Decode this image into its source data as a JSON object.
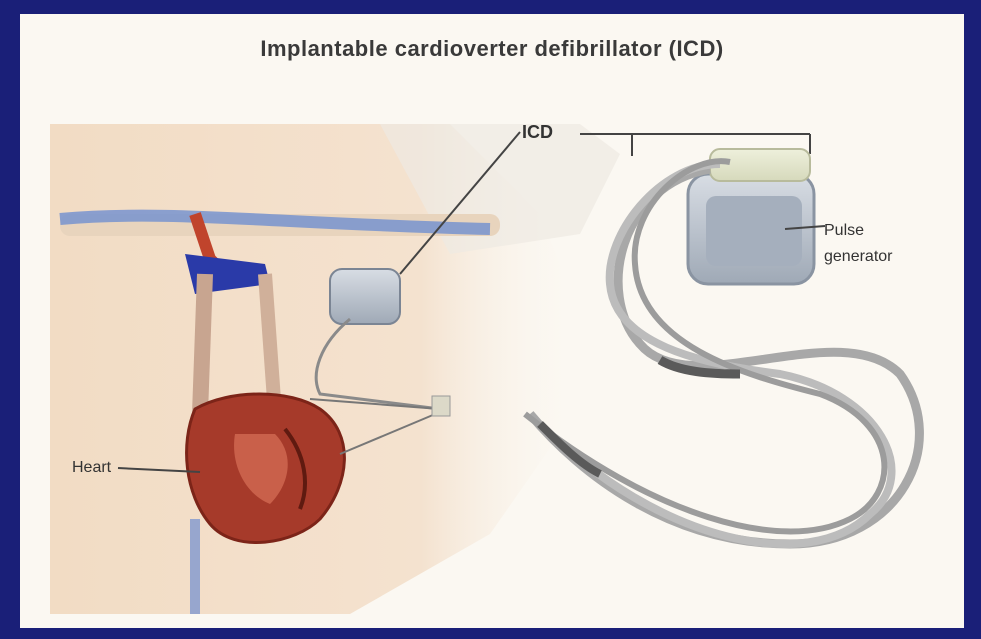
{
  "diagram": {
    "title": "Implantable cardioverter defibrillator (ICD)",
    "labels": {
      "icd": "ICD",
      "pulse_line1": "Pulse",
      "pulse_line2": "generator",
      "heart": "Heart"
    },
    "colors": {
      "frame": "#1a1f78",
      "background": "#fbf8f2",
      "skin": "#f0d9c0",
      "heart": "#a63a2a",
      "device": "#b9c4d2",
      "lead": "#9a9a9a"
    }
  }
}
